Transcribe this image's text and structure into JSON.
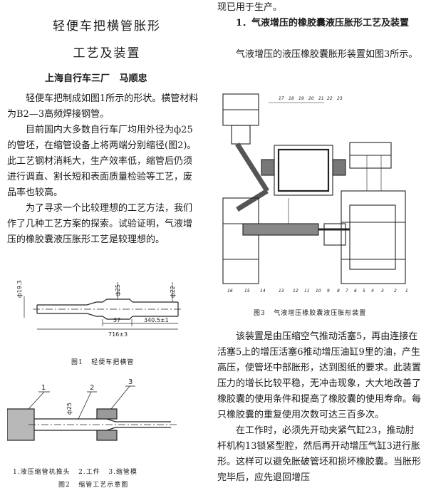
{
  "left": {
    "title_line1": "轻便车把横管胀形",
    "title_line2": "工艺及装置",
    "author": "上海自行车三厂   马顺忠",
    "paragraphs": [
      "轻便车把制成如图1所示的形状。横管材料为B2—3高频焊接钢管。",
      "目前国内大多数自行车厂均用外径为ф25的管坯，在缩管设备上将两端分别缩径(图2)。",
      "此工艺钢材消耗大，生产效率低，缩管后仍须进行调直、割长短和表面质量检验等工艺，废品率也较高。",
      "为了寻求一个比较理想的工艺方法，我们作了几种工艺方案的探索。试验证明，气液增压的橡胶囊液压胀形工艺是较理想的。"
    ],
    "fig1": {
      "caption": "图1   轻便车把横管",
      "dims": [
        "ф19.3",
        "ф25",
        "ф22",
        "37",
        "340.5±1",
        "716±3"
      ]
    },
    "fig2": {
      "caption_parts": "1.液压缩管机推头   2.工件   3.缩管模",
      "caption": "图2   缩管工艺示意图",
      "labels": [
        "1",
        "2",
        "3"
      ],
      "dim": "ф25"
    }
  },
  "right": {
    "top_line": "现已用于生产。",
    "section_heading": "1．气液增压的橡胶囊液压胀形工艺及装置",
    "intro": "气液增压的液压橡胶囊胀形装置如图3所示。",
    "fig3_caption": "图3   气液增压橡胶囊液压胀形装置",
    "fig3_labels_top": [
      "17",
      "18",
      "19",
      "20",
      "21",
      "22",
      "23"
    ],
    "fig3_labels_bottom": [
      "16",
      "15",
      "14",
      "13",
      "12",
      "11",
      "10",
      "9",
      "8",
      "7",
      "6",
      "5",
      "4",
      "3",
      "2",
      "1"
    ],
    "paragraphs": [
      "该装置是由压缩空气推动活塞5，再由连接在活塞5上的增压活塞6推动增压油缸9里的油，产生高压，使管坯中部胀形，达到图纸的要求。此装置压力的增长比较平稳，无冲击现象，大大地改善了橡胶囊的使用条件和提高了橡胶囊的使用寿命。每只橡胶囊的重复使用次数可达三百多次。",
      "在工作时，必须先开动夹紧气缸23，推动肘杆机构13锁紧型腔，然后再开动增压气缸3进行胀形。这样可以避免胀破管坯和损坏橡胶囊。当胀形完毕后，应先退回增压"
    ]
  }
}
